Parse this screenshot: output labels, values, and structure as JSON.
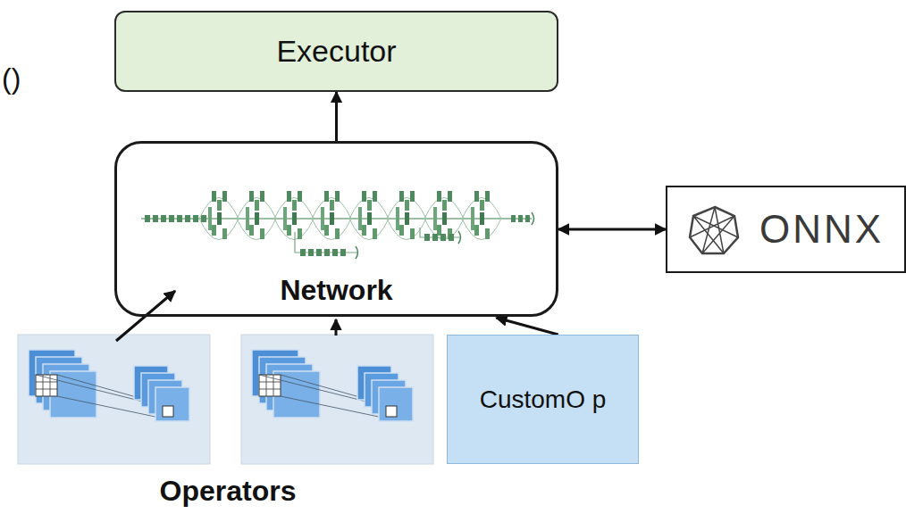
{
  "diagram": {
    "nodes": [
      {
        "text": [
          "Executor"
        ]
      },
      {
        "text": [
          "Network"
        ]
      },
      {
        "text": [
          "ONNX"
        ]
      },
      {
        "text": [
          "CustomO p"
        ]
      }
    ],
    "edges": [
      {
        "from": 1,
        "to": 0,
        "arrow": "to"
      },
      {
        "from": 1,
        "to": 2,
        "arrow": "both"
      },
      {
        "from": 3,
        "to": 1,
        "arrow": "to"
      }
    ],
    "labels": [
      "()",
      "Operators"
    ]
  }
}
